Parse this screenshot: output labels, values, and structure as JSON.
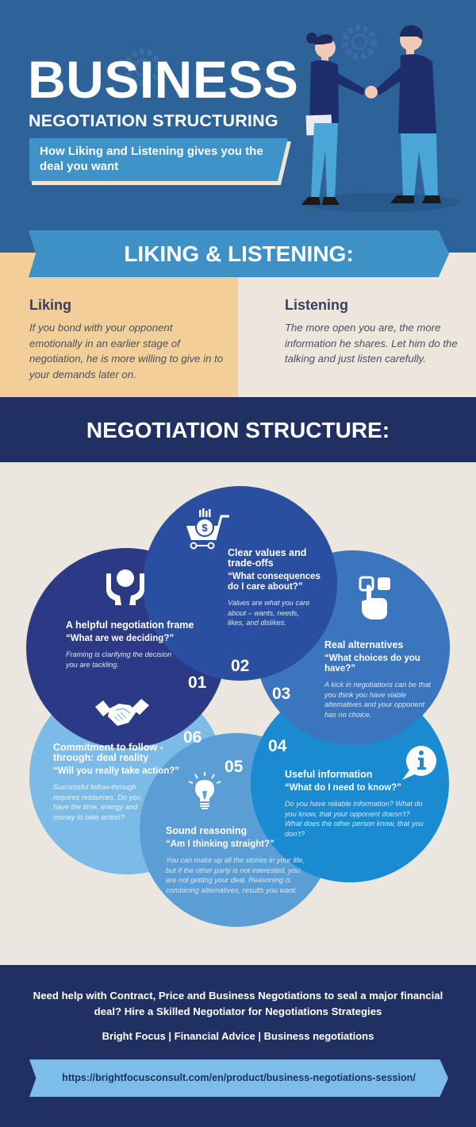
{
  "header": {
    "title": "BUSINESS",
    "subtitle": "NEGOTIATION STRUCTURING",
    "tagline": "How Liking and Listening gives you the deal you want"
  },
  "liking_listening": {
    "banner": "LIKING & LISTENING:",
    "liking": {
      "heading": "Liking",
      "body": "If you bond with your opponent emotionally in an earlier stage of negotiation, he is more willing to give in to your demands later on."
    },
    "listening": {
      "heading": "Listening",
      "body": "The more open you are, the more information he shares. Let him do the talking and just listen carefully."
    }
  },
  "structure": {
    "banner": "NEGOTIATION STRUCTURE:",
    "steps": [
      {
        "number": "01",
        "title": "A helpful negotiation frame",
        "question": "“What are we deciding?”",
        "description": "Framing is clarifying the decision you are tackling.",
        "icon": "hands-holding-circle-icon",
        "color": "#2c3a85"
      },
      {
        "number": "02",
        "title": "Clear values and trade-offs",
        "question": "“What consequences do I care about?”",
        "description": "Values are what you care about – wants, needs, likes, and dislikes.",
        "icon": "shopping-cart-dollar-icon",
        "color": "#2b4fa0"
      },
      {
        "number": "03",
        "title": "Real alternatives",
        "question": "“What choices do you have?”",
        "description": "A kick in negotiations can be that you think you have viable alternatives and your opponent has no choice.",
        "icon": "hand-pointer-select-icon",
        "color": "#3b75bd"
      },
      {
        "number": "04",
        "title": "Useful information",
        "question": "“What do I need to know?”",
        "description": "Do you have reliable information? What do you know, that your opponent doesn’t? What does the other person know, that you don’t?",
        "icon": "info-speech-bubble-icon",
        "color": "#1a8bd0"
      },
      {
        "number": "05",
        "title": "Sound reasoning",
        "question": "“Am I thinking straight?”",
        "description": "You can make up all the stories in your life, but if the other party is not interested, you are not getting your deal. Reasoning is combining alternatives, results you want.",
        "icon": "light-bulb-icon",
        "color": "#5a9ed5"
      },
      {
        "number": "06",
        "title": "Commitment to follow -through: deal reality",
        "question": "“Will you really take action?”",
        "description": "Successful follow-through requires resources. Do you have the time, energy and money to take action?",
        "icon": "handshake-icon",
        "color": "#7cbbe8"
      }
    ]
  },
  "footer": {
    "cta": "Need help with Contract, Price and Business Negotiations to seal a major financial deal? Hire a Skilled Negotiator for Negotiations Strategies",
    "tags": "Bright Focus | Financial Advice | Business negotiations",
    "url": "https://brightfocusconsult.com/en/product/business-negotiations-session/"
  },
  "colors": {
    "header_bg": "#2d6399",
    "banner_blue": "#3e91c7",
    "liking_bg": "#f2cf99",
    "cream_bg": "#ece6dd",
    "navy": "#213062",
    "url_banner": "#7dbde9"
  }
}
